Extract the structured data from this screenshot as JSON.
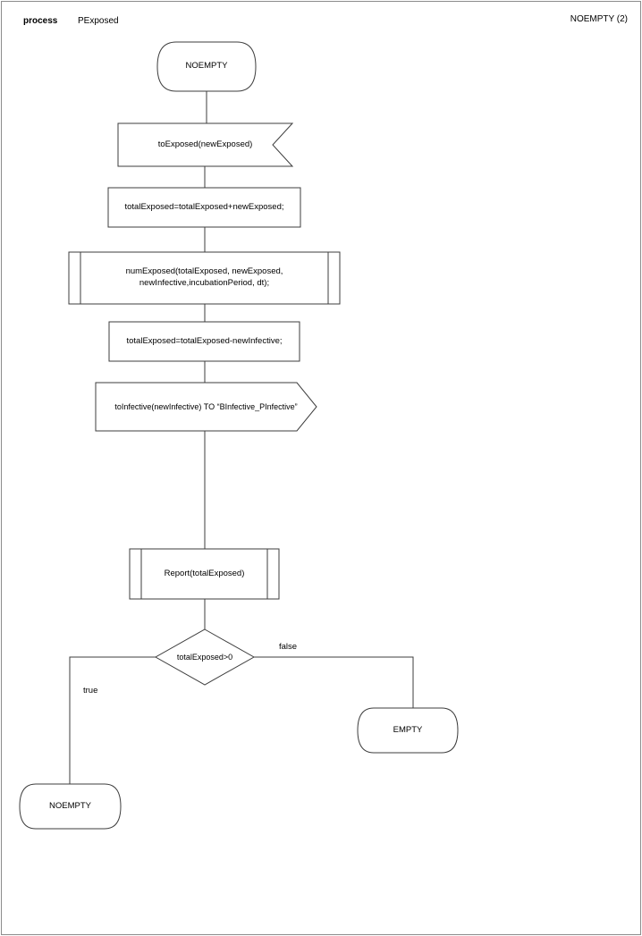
{
  "header": {
    "kind_label": "process",
    "process_name": "PExposed",
    "page_label": "NOEMPTY (2)"
  },
  "diagram": {
    "start_state": "NOEMPTY",
    "input_signal": "toExposed(newExposed)",
    "task_add": "totalExposed=totalExposed+newExposed;",
    "procedure_num_exposed": "numExposed(totalExposed, newExposed,\nnewInfective,incubationPeriod, dt);",
    "task_subtract": "totalExposed=totalExposed-newInfective;",
    "output_signal": "toInfective(newInfective) TO “BInfective_PInfective”",
    "procedure_report": "Report(totalExposed)",
    "decision": "totalExposed>0",
    "branch_false": "false",
    "branch_true": "true",
    "state_empty": "EMPTY",
    "state_noempty": "NOEMPTY"
  },
  "colors": {
    "shape_stroke": "#3d3d3d",
    "page_border": "#8c8c8c"
  }
}
